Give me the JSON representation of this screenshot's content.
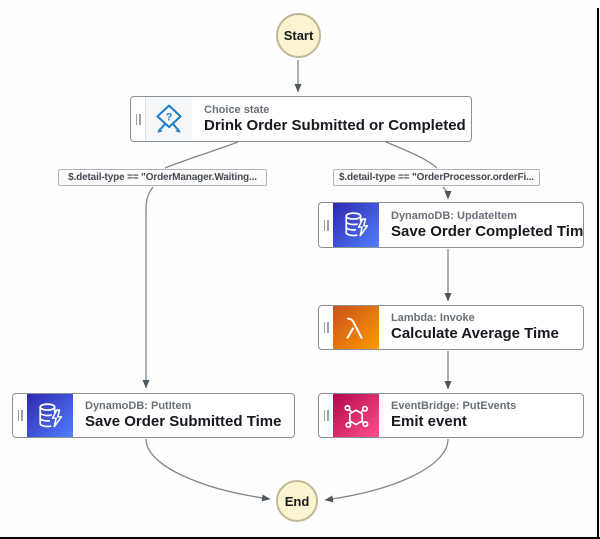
{
  "diagram": {
    "start_label": "Start",
    "end_label": "End",
    "choice": {
      "type_label": "Choice state",
      "name": "Drink Order Submitted or Completed ?"
    },
    "branch_labels": {
      "left": "$.detail-type == \"OrderManager.Waiting...",
      "right": "$.detail-type == \"OrderProcessor.orderFi..."
    },
    "nodes": [
      {
        "service": "DynamoDB: UpdateItem",
        "name": "Save Order Completed Time",
        "icon": "dynamodb-icon"
      },
      {
        "service": "Lambda: Invoke",
        "name": "Calculate Average Time",
        "icon": "lambda-icon"
      },
      {
        "service": "EventBridge: PutEvents",
        "name": "Emit event",
        "icon": "eventbridge-icon"
      },
      {
        "service": "DynamoDB: PutItem",
        "name": "Save Order Submitted Time",
        "icon": "dynamodb-icon"
      }
    ],
    "colors": {
      "canvas_bg": "#FFFFFF",
      "terminal_fill": "#FBF5CF",
      "terminal_border": "#BFB998",
      "node_border": "#899098",
      "edge_line": "#7F868E",
      "edge_arrow": "#4E565E",
      "choice_icon_blue": "#1A7EC8",
      "dynamodb_gradient": [
        "#2E27AD",
        "#527FFF"
      ],
      "lambda_gradient": [
        "#C8511B",
        "#FF9900"
      ],
      "eventbridge_gradient": [
        "#B0084D",
        "#FF4F8B"
      ]
    }
  }
}
